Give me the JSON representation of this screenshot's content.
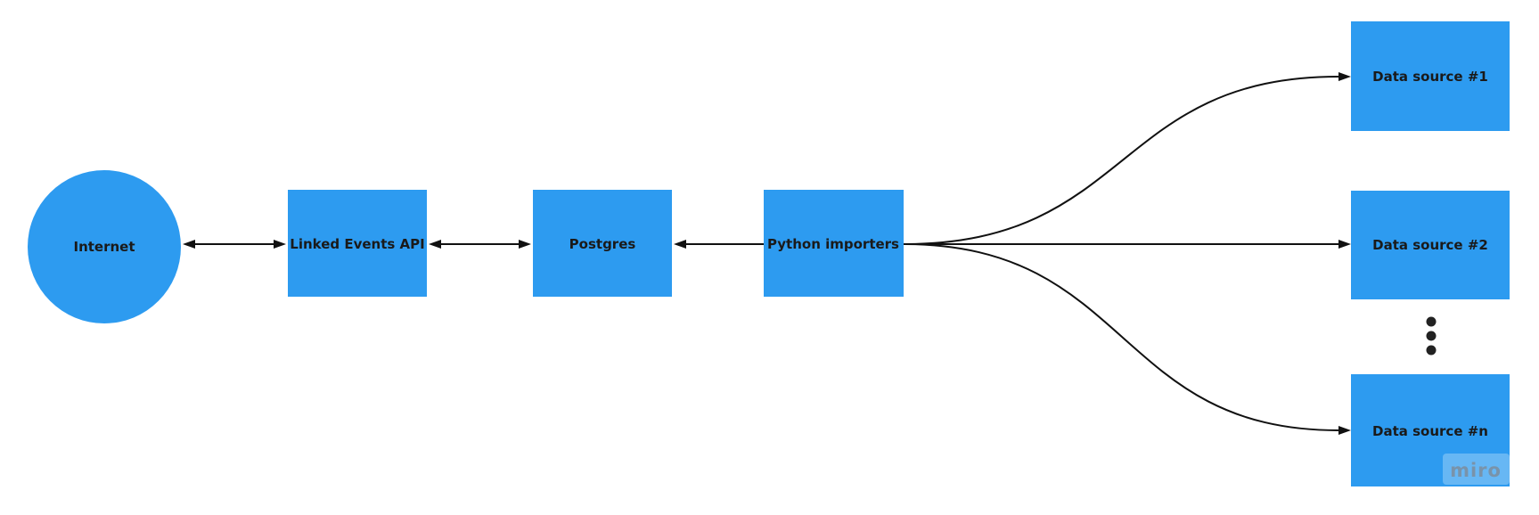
{
  "app": {
    "watermark_label": "miro"
  },
  "diagram": {
    "background_color": "#ffffff",
    "node_fill_color": "#2d9bf0",
    "node_text_color": "#1a1a1a",
    "connector_color": "#111111",
    "nodes": {
      "internet": {
        "label": "Internet",
        "shape": "circle"
      },
      "linked_events_api": {
        "label": "Linked Events API",
        "shape": "rectangle"
      },
      "postgres": {
        "label": "Postgres",
        "shape": "rectangle"
      },
      "python_importers": {
        "label": "Python importers",
        "shape": "rectangle"
      },
      "data_source_1": {
        "label": "Data source #1",
        "shape": "rectangle"
      },
      "data_source_2": {
        "label": "Data source #2",
        "shape": "rectangle"
      },
      "data_source_n": {
        "label": "Data source #n",
        "shape": "rectangle"
      }
    },
    "edges": [
      {
        "from": "Internet",
        "to": "Linked Events API",
        "direction": "bidirectional",
        "style": "straight"
      },
      {
        "from": "Linked Events API",
        "to": "Postgres",
        "direction": "bidirectional",
        "style": "straight"
      },
      {
        "from": "Python importers",
        "to": "Postgres",
        "direction": "one-way",
        "style": "straight"
      },
      {
        "from": "Python importers",
        "to": "Data source #1",
        "direction": "one-way",
        "style": "curved"
      },
      {
        "from": "Python importers",
        "to": "Data source #2",
        "direction": "one-way",
        "style": "straight"
      },
      {
        "from": "Python importers",
        "to": "Data source #n",
        "direction": "one-way",
        "style": "curved"
      }
    ],
    "ellipsis": {
      "dot_count": 3,
      "meaning": "more data sources"
    }
  }
}
